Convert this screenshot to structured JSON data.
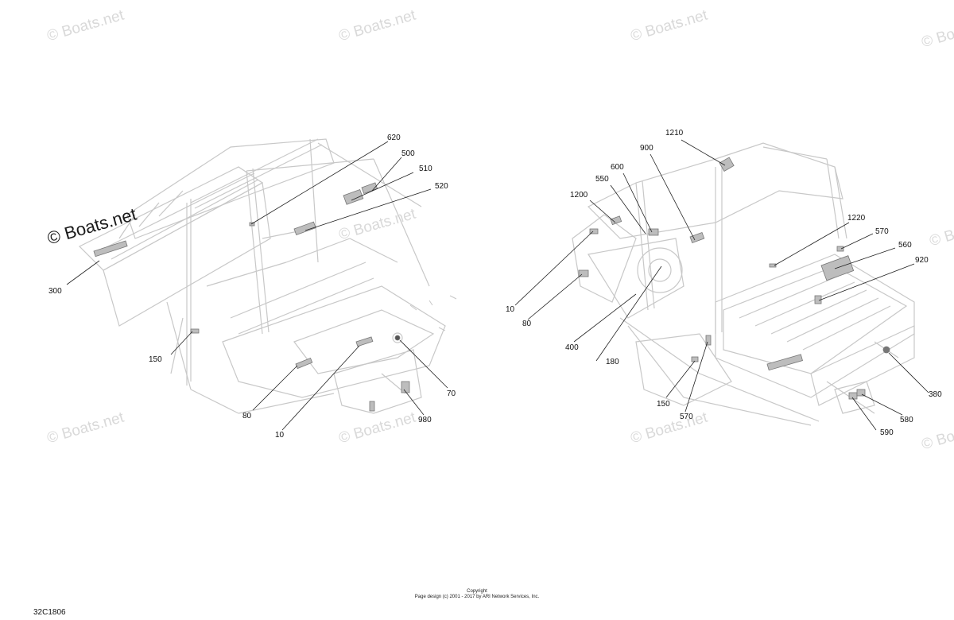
{
  "watermarks": {
    "text": "© Boats.net",
    "main_text": "© Boats.net"
  },
  "left_view": {
    "callouts": [
      "620",
      "500",
      "510",
      "520",
      "300",
      "150",
      "80",
      "10",
      "70",
      "980"
    ]
  },
  "right_view": {
    "callouts": [
      "1210",
      "900",
      "600",
      "550",
      "1200",
      "10",
      "80",
      "400",
      "180",
      "1220",
      "570",
      "560",
      "920",
      "380",
      "150",
      "570",
      "580",
      "590"
    ]
  },
  "footer": {
    "copyright_label": "Copyright",
    "page_design": "Page design (c) 2001 - 2017 by ARI Network Services, Inc.",
    "document_code": "32C1806"
  },
  "colors": {
    "line_art": "#c8c8c8",
    "leader_line": "#222222",
    "watermark": "#d9d9d9"
  }
}
